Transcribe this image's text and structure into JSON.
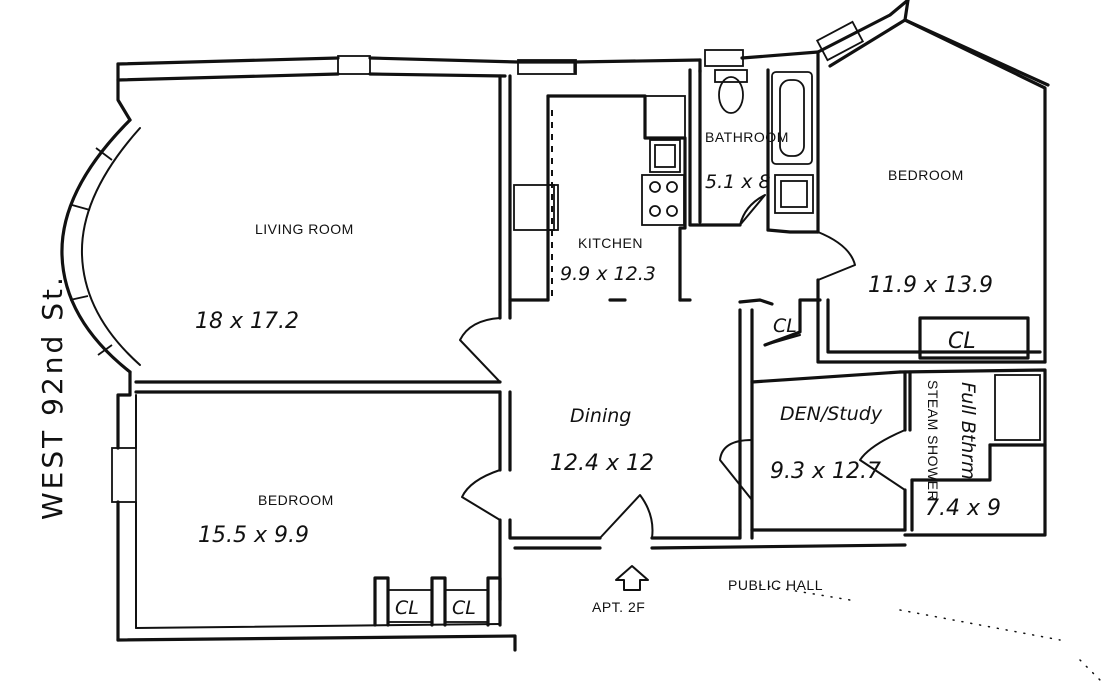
{
  "street": "WEST 92nd St.",
  "entry": {
    "label": "APT. 2F"
  },
  "public_hall": "PUBLIC HALL",
  "rooms": {
    "living_room": {
      "name": "LIVING ROOM",
      "size": "18 x 17.2"
    },
    "kitchen": {
      "name": "KITCHEN",
      "size": "9.9 x 12.3"
    },
    "bathroom": {
      "name": "BATHROOM",
      "size": "5.1 x 8"
    },
    "bedroom_ne": {
      "name": "BEDROOM",
      "size": "11.9 x 13.9"
    },
    "bedroom_sw": {
      "name": "BEDROOM",
      "size": "15.5 x 9.9"
    },
    "dining": {
      "name": "Dining",
      "size": "12.4 x 12"
    },
    "den": {
      "name": "DEN/Study",
      "size": "9.3 x 12.7"
    },
    "full_bath": {
      "name": "Full Bthrm",
      "note": "STEAM SHOWER",
      "size": "7.4 x 9"
    }
  },
  "closets": {
    "hall": "CL",
    "bedroom_ne": "CL",
    "bedroom_sw_1": "CL",
    "bedroom_sw_2": "CL"
  }
}
